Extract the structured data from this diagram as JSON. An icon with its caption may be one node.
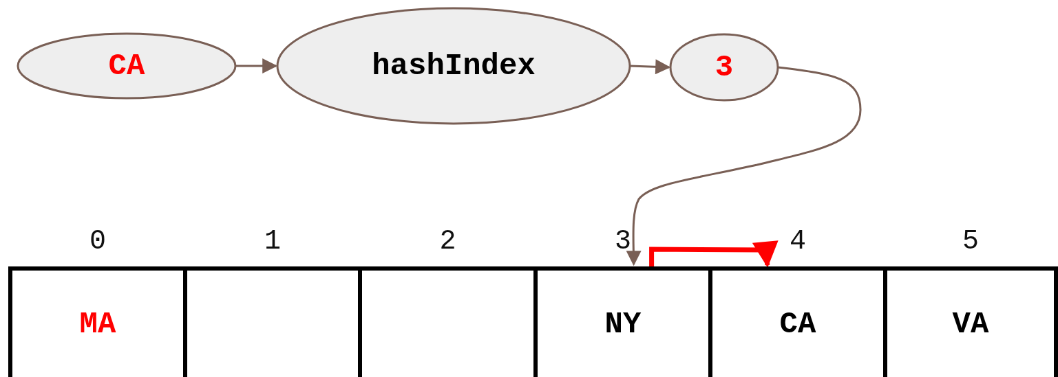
{
  "diagram": {
    "nodes": [
      {
        "text": [
          "CA"
        ]
      },
      {
        "text": [
          "hashIndex"
        ]
      },
      {
        "text": [
          "3"
        ]
      },
      {
        "text": [
          "MA"
        ],
        "beside": [
          "0"
        ]
      },
      {
        "text": [],
        "shape": "box",
        "beside": [
          "1"
        ]
      },
      {
        "text": [],
        "shape": "box",
        "beside": [
          "2"
        ]
      },
      {
        "text": [
          "NY"
        ],
        "beside": [
          "3"
        ]
      },
      {
        "text": [
          "CA"
        ],
        "beside": [
          "4"
        ]
      },
      {
        "text": [
          "VA"
        ],
        "beside": [
          "5"
        ]
      }
    ],
    "edges": [
      {
        "from": 0,
        "to": 1,
        "arrow": "to"
      },
      {
        "from": 1,
        "to": 2,
        "arrow": "to"
      },
      {
        "from": 2,
        "to": 6,
        "arrow": "to"
      },
      {
        "from": 6,
        "to": 7,
        "arrow": "to",
        "style": "thick",
        "color": "#ff0000"
      }
    ]
  }
}
